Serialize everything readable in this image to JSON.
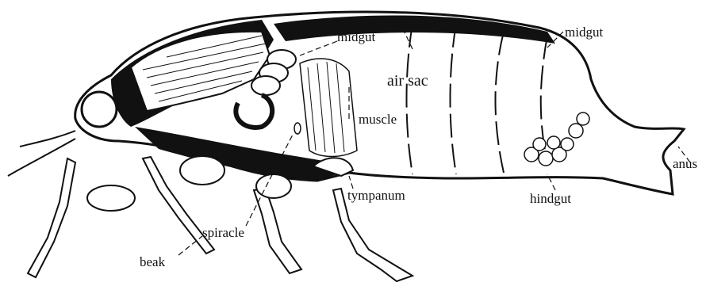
{
  "labels": {
    "midgut_upper": "midgut",
    "midgut_right": "midgut",
    "air_sac": "air sac",
    "muscle": "muscle",
    "tympanum": "tympanum",
    "hindgut": "hindgut",
    "anus": "anus",
    "spiracle": "spiracle",
    "beak": "beak"
  },
  "colors": {
    "ink": "#111111",
    "paper": "#ffffff"
  }
}
